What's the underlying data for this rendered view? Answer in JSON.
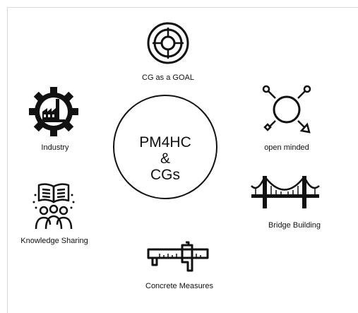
{
  "center": {
    "lines": [
      "PM4HC",
      "&",
      "CGs"
    ]
  },
  "nodes": {
    "goal": {
      "label": "CG as a GOAL",
      "icon": "target-icon"
    },
    "industry": {
      "label": "Industry",
      "icon": "factory-gear-icon"
    },
    "openminded": {
      "label": "open minded",
      "icon": "expanding-circle-arrows-icon"
    },
    "knowledge": {
      "label": "Knowledge Sharing",
      "icon": "book-people-icon"
    },
    "bridge": {
      "label": "Bridge Building",
      "icon": "bridge-icon"
    },
    "measures": {
      "label": "Concrete Measures",
      "icon": "caliper-icon"
    }
  }
}
